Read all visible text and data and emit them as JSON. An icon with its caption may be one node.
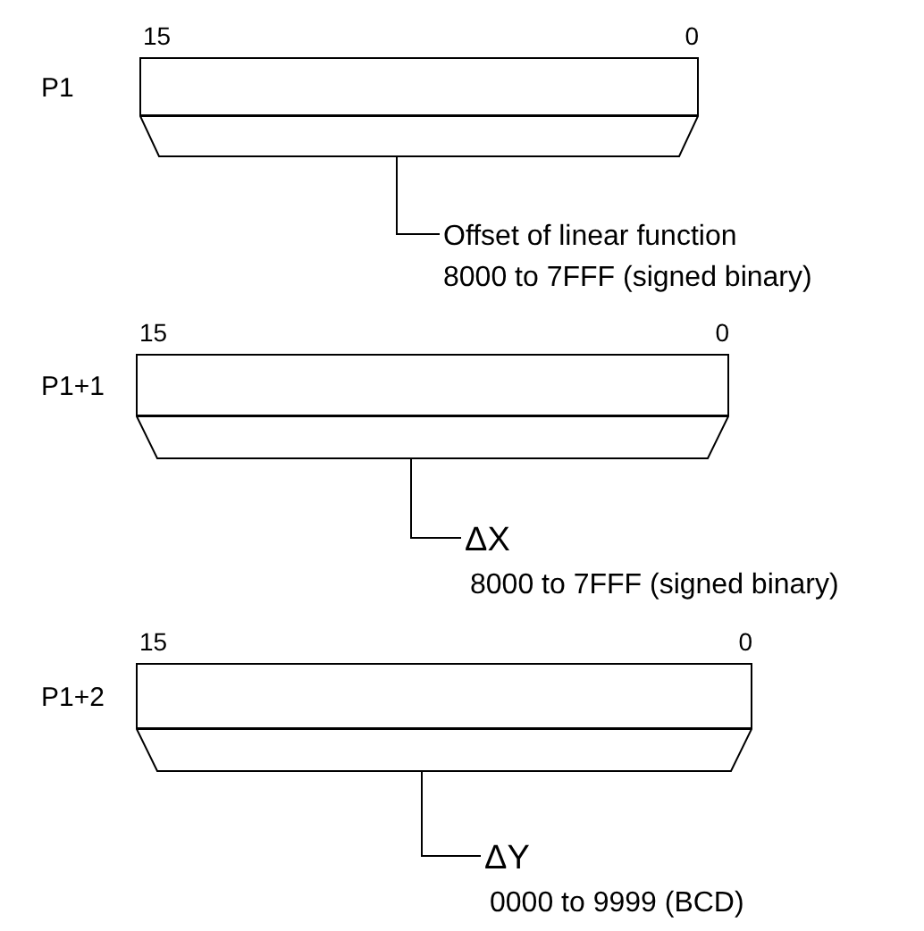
{
  "diagram": {
    "nodes": [
      {
        "text": [],
        "shape": "box",
        "beside": [
          "P1",
          "15",
          "0"
        ]
      },
      {
        "text": [],
        "shape": "trapezoid"
      },
      {
        "text": [
          "Offset of linear function",
          "8000 to 7FFF (signed binary)"
        ]
      },
      {
        "text": [],
        "shape": "box",
        "beside": [
          "P1+1",
          "15",
          "0"
        ]
      },
      {
        "text": [],
        "shape": "trapezoid"
      },
      {
        "text": [
          "ΔX",
          "8000 to 7FFF (signed binary)"
        ]
      },
      {
        "text": [],
        "shape": "box",
        "beside": [
          "P1+2",
          "15",
          "0"
        ]
      },
      {
        "text": [],
        "shape": "trapezoid"
      },
      {
        "text": [
          "ΔY",
          "0000 to 9999 (BCD)"
        ]
      }
    ],
    "edges": [
      {
        "from": 1,
        "to": 2,
        "arrow": "none"
      },
      {
        "from": 4,
        "to": 5,
        "arrow": "none"
      },
      {
        "from": 7,
        "to": 8,
        "arrow": "none"
      }
    ]
  }
}
